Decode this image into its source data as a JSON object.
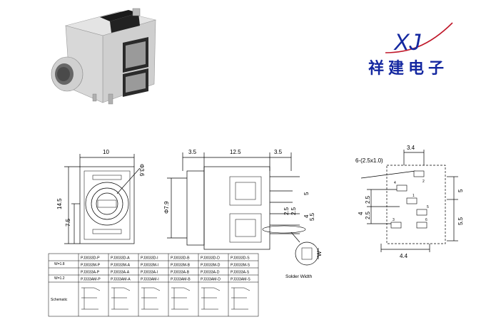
{
  "logo": {
    "mark": "XJ",
    "company": "祥建电子"
  },
  "front_view": {
    "width": "10",
    "height": "14.5",
    "lower": "7.5",
    "hole_diameter": "Φ3.6"
  },
  "side_view": {
    "top_left": "3.5",
    "top_mid": "12.5",
    "top_right": "3.5",
    "body_diameter": "Φ7.9",
    "right_dims": [
      "5",
      "2.5",
      "2.5",
      "4",
      "5.5"
    ]
  },
  "solder_width_label": "Solder Width",
  "solder_w": "W",
  "pcb_layout": {
    "hole_label": "6-(2.5x1.0)",
    "top": "3.4",
    "bottom": "4.4",
    "left_dims": [
      "2.5",
      "2.5",
      "4"
    ],
    "right_dims": [
      "5",
      "5.5"
    ],
    "pins": [
      "1",
      "2",
      "3",
      "4",
      "5",
      "6"
    ]
  },
  "table": {
    "rows": [
      {
        "label": "W=1.8",
        "cells": [
          "PJ3033D-P",
          "PJ3033D-A",
          "PJ3033D-I",
          "PJ3033D-B",
          "PJ3033D-D",
          "PJ3033D-S"
        ]
      },
      {
        "label": "",
        "cells": [
          "PJ3033M-P",
          "PJ3033M-A",
          "PJ3033M-I",
          "PJ3033M-B",
          "PJ3033M-D",
          "PJ3033M-S"
        ]
      },
      {
        "label": "W=1.2",
        "cells": [
          "PJ3033A-P",
          "PJ3033A-A",
          "PJ3033A-I",
          "PJ3033A-B",
          "PJ3033A-D",
          "PJ3033A-S"
        ]
      },
      {
        "label": "",
        "cells": [
          "PJ333AM-P",
          "PJ333AM-A",
          "PJ333AM-I",
          "PJ333AM-B",
          "PJ333AM-D",
          "PJ333AM-S"
        ]
      }
    ],
    "schematic_label": "Schematic"
  },
  "colors": {
    "logo_blue": "#1428a0",
    "logo_red": "#c0182a"
  }
}
